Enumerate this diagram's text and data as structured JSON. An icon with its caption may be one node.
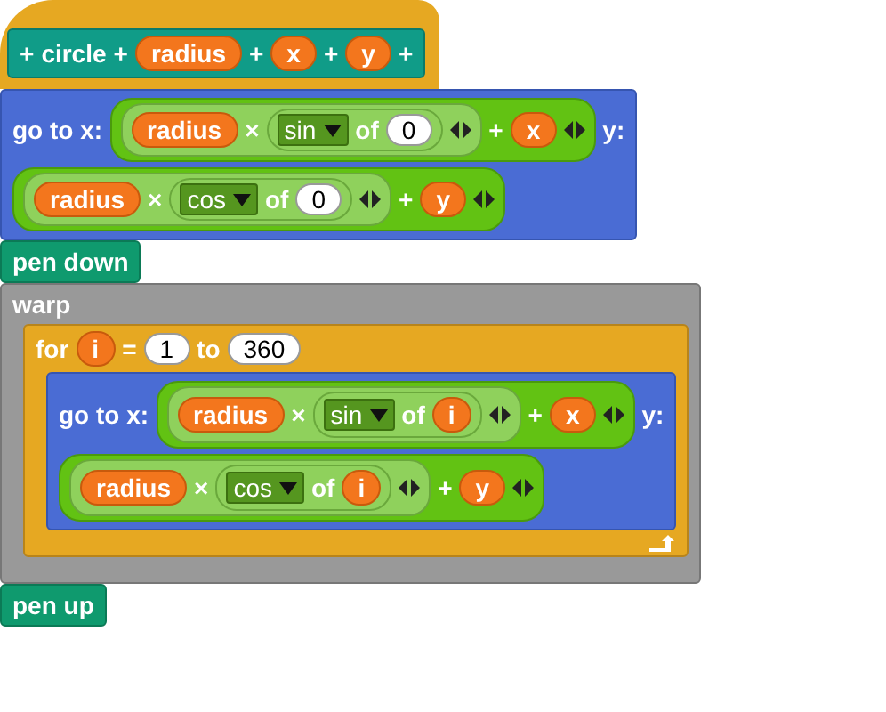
{
  "diagram": {
    "nodes": [
      {
        "text": [
          "circle"
        ]
      },
      {
        "text": [
          "radius"
        ],
        "in": 0
      },
      {
        "text": [
          "x"
        ],
        "in": 0
      },
      {
        "text": [
          "y"
        ],
        "in": 0
      },
      {
        "text": [
          "go to x:",
          "y:"
        ]
      },
      {
        "text": [
          "+"
        ],
        "in": 4
      },
      {
        "text": [
          "×"
        ],
        "in": 5
      },
      {
        "text": [
          "radius"
        ],
        "in": 6
      },
      {
        "text": [
          "of"
        ],
        "in": 6
      },
      {
        "text": [
          "sin"
        ],
        "in": 8
      },
      {
        "text": [
          "0"
        ],
        "in": 8
      },
      {
        "text": [
          "x"
        ],
        "in": 5
      },
      {
        "text": [
          "+"
        ],
        "in": 4
      },
      {
        "text": [
          "×"
        ],
        "in": 12
      },
      {
        "text": [
          "radius"
        ],
        "in": 13
      },
      {
        "text": [
          "of"
        ],
        "in": 13
      },
      {
        "text": [
          "cos"
        ],
        "in": 15
      },
      {
        "text": [
          "0"
        ],
        "in": 15
      },
      {
        "text": [
          "y"
        ],
        "in": 12
      },
      {
        "text": [
          "pen down"
        ]
      },
      {
        "text": [
          "warp"
        ]
      },
      {
        "text": [
          "for",
          "=",
          "to"
        ],
        "in": 20
      },
      {
        "text": [
          "i"
        ],
        "in": 21
      },
      {
        "text": [
          "1"
        ],
        "in": 21
      },
      {
        "text": [
          "360"
        ],
        "in": 21
      },
      {
        "text": [
          "go to x:",
          "y:"
        ],
        "in": 21
      },
      {
        "text": [
          "+"
        ],
        "in": 25
      },
      {
        "text": [
          "×"
        ],
        "in": 26
      },
      {
        "text": [
          "radius"
        ],
        "in": 27
      },
      {
        "text": [
          "of"
        ],
        "in": 27
      },
      {
        "text": [
          "sin"
        ],
        "in": 29
      },
      {
        "text": [
          "i"
        ],
        "in": 29
      },
      {
        "text": [
          "x"
        ],
        "in": 26
      },
      {
        "text": [
          "+"
        ],
        "in": 25
      },
      {
        "text": [
          "×"
        ],
        "in": 33
      },
      {
        "text": [
          "radius"
        ],
        "in": 34
      },
      {
        "text": [
          "of"
        ],
        "in": 34
      },
      {
        "text": [
          "cos"
        ],
        "in": 36
      },
      {
        "text": [
          "i"
        ],
        "in": 36
      },
      {
        "text": [
          "y"
        ],
        "in": 33
      },
      {
        "text": [
          "pen up"
        ]
      }
    ],
    "labels": [
      "+",
      "+",
      "+",
      "+",
      "+"
    ]
  }
}
